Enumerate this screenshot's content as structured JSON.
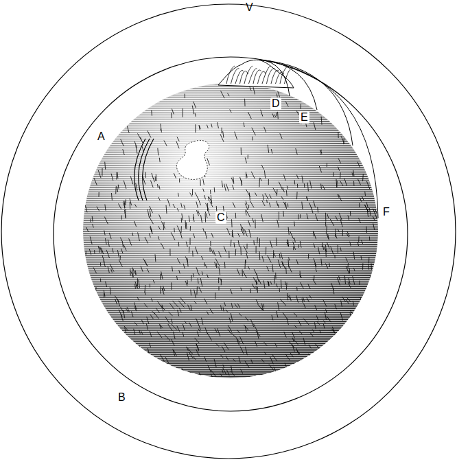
{
  "diagram": {
    "labels": [
      "V",
      "A",
      "D",
      "E",
      "C",
      "F",
      "B"
    ]
  }
}
